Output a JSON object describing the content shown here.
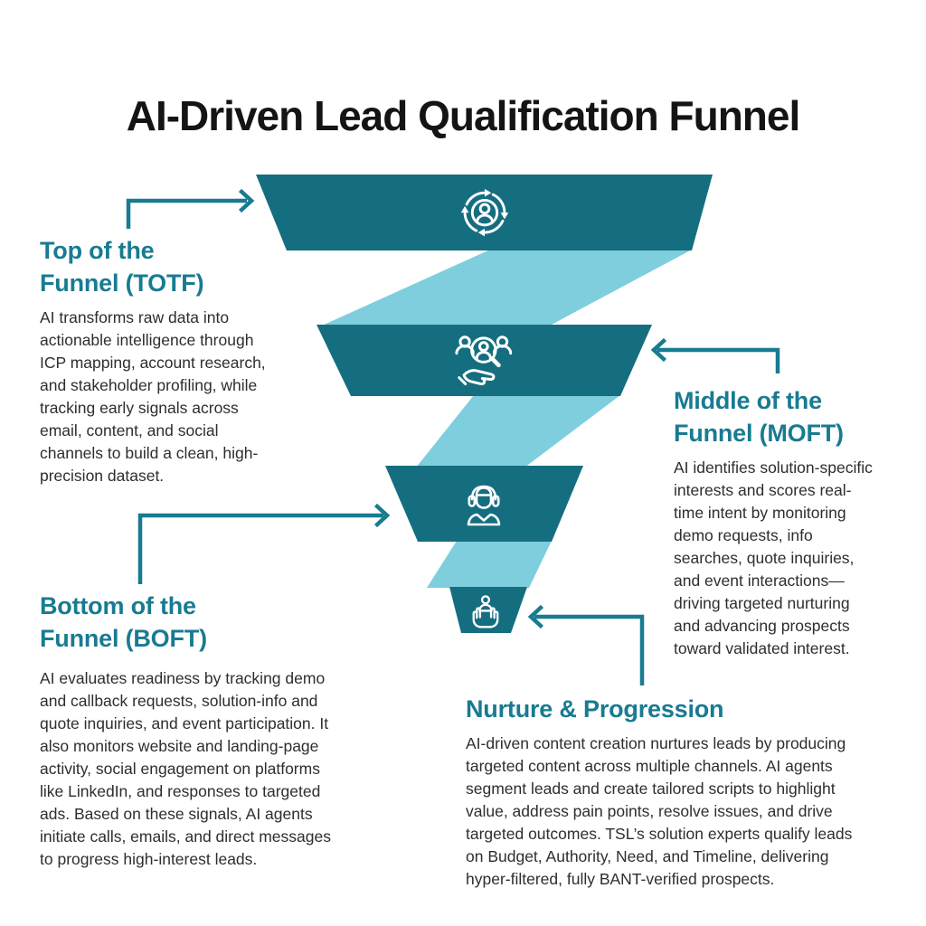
{
  "title": "AI-Driven Lead Qualification Funnel",
  "colors": {
    "funnel_dark": "#156e80",
    "funnel_light": "#7ecede",
    "accent_teal": "#187b91",
    "title_color": "#141414",
    "body_color": "#2e2e2e",
    "bg": "#ffffff"
  },
  "funnel": {
    "levels": [
      {
        "name": "top-of-funnel",
        "icon": "customer-target-icon"
      },
      {
        "name": "middle-of-funnel",
        "icon": "lead-qualification-icon"
      },
      {
        "name": "bottom-of-funnel",
        "icon": "support-agent-icon"
      },
      {
        "name": "nurture-stage",
        "icon": "nurture-care-icon"
      }
    ]
  },
  "sections": {
    "totf": {
      "heading": "Top of the\nFunnel (TOTF)",
      "body": "AI transforms raw data into\nactionable intelligence through\nICP mapping, account research,\nand stakeholder profiling, while\ntracking early signals across\nemail, content, and social\nchannels to build a clean, high-\nprecision dataset."
    },
    "moft": {
      "heading": "Middle of the\nFunnel (MOFT)",
      "body": "AI identifies solution-specific\ninterests and scores real-\ntime intent by monitoring\ndemo requests, info\nsearches, quote inquiries,\nand event interactions—\ndriving targeted nurturing\nand advancing prospects\ntoward validated interest."
    },
    "boft": {
      "heading": "Bottom of the\nFunnel (BOFT)",
      "body": "AI evaluates readiness by tracking demo\nand callback requests, solution-info and\nquote inquiries, and event participation. It\nalso monitors website and landing-page\nactivity, social engagement on platforms\nlike LinkedIn, and responses to targeted\nads. Based on these signals, AI agents\ninitiate calls, emails, and direct messages\nto progress high-interest leads."
    },
    "nurture": {
      "heading": "Nurture & Progression",
      "body": "AI-driven content creation nurtures leads by producing\ntargeted content across multiple channels. AI agents\nsegment leads and create tailored scripts to highlight\nvalue, address pain points, resolve issues, and drive\ntargeted outcomes. TSL’s solution experts qualify leads\non Budget, Authority, Need, and Timeline, delivering\nhyper-filtered, fully BANT-verified prospects."
    }
  }
}
